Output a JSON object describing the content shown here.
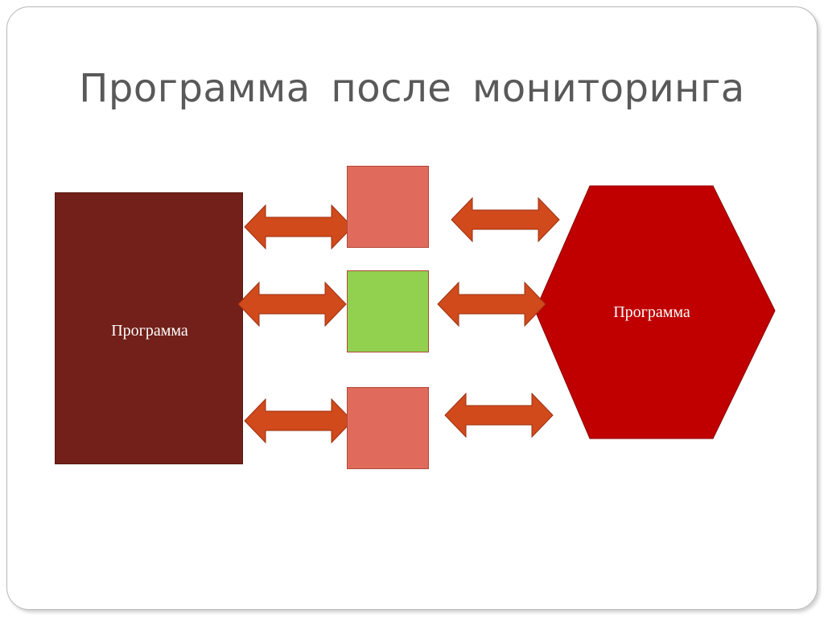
{
  "slide": {
    "title": "Программа  после  мониторинга"
  },
  "diagram": {
    "left_block_label": "Программа",
    "right_block_label": "Программа",
    "colors": {
      "left_block": "#722019",
      "right_block": "#c00000",
      "module_top": "#e06b5c",
      "module_middle": "#92d050",
      "module_bottom": "#e06b5c",
      "arrows": "#d04a1c"
    }
  }
}
